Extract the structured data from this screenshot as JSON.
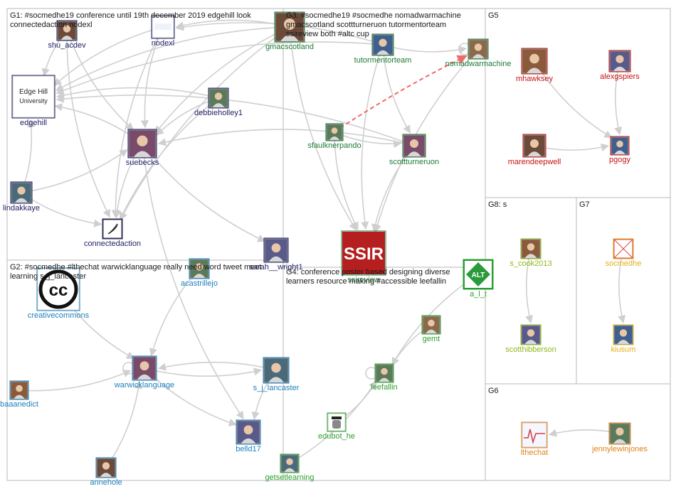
{
  "colors": {
    "g1": "#1f1f66",
    "g2": "#1d7fbd",
    "g3": "#1e7a34",
    "g4": "#2aa12a",
    "g5": "#c41414",
    "g6": "#e0801a",
    "g7": "#e0b01a",
    "g8": "#8fb81a",
    "edge": "#cfcfcf",
    "highlight": "#ef6a6a"
  },
  "groups": [
    {
      "id": "g1",
      "label": "G1: #socmedhe19 conference until 19th december 2019 edgehill look",
      "label2": "connectedaction nodexl"
    },
    {
      "id": "g2",
      "label": "G2: #socmedhe #lthechat warwicklanguage really need word tweet meet",
      "label2": "learning s_j_lancaster"
    },
    {
      "id": "g3",
      "label": "G3: #socmedhe19 #socmedhe nomadwarmachine",
      "label2": "gmacscotland scottturneruon tutormentorteam",
      "label3": "ssireview both #altc cup"
    },
    {
      "id": "g4",
      "label": "G4: conference poster based designing diverse",
      "label2": "learners resource making #accessible leefallin"
    },
    {
      "id": "g5",
      "label": "G5"
    },
    {
      "id": "g6",
      "label": "G6"
    },
    {
      "id": "g7",
      "label": "G7"
    },
    {
      "id": "g8",
      "label": "G8: s"
    }
  ],
  "nodes": [
    {
      "id": "shu_acdev",
      "label": "shu_acdev",
      "group": "g1",
      "icon": "shu-acdev-avatar-icon"
    },
    {
      "id": "nodexl",
      "label": "nodexl",
      "group": "g1",
      "icon": "nodexl-logo-icon"
    },
    {
      "id": "edgehill",
      "label": "edgehill",
      "group": "g1",
      "icon": "edge-hill-university-logo-icon",
      "logo": "Edge Hill University"
    },
    {
      "id": "debbieholley1",
      "label": "debbieholley1",
      "group": "g1",
      "icon": "debbieholley1-avatar-icon"
    },
    {
      "id": "suebecks",
      "label": "suebecks",
      "group": "g1",
      "icon": "suebecks-avatar-icon"
    },
    {
      "id": "lindakkaye",
      "label": "lindakkaye",
      "group": "g1",
      "icon": "lindakkaye-avatar-icon"
    },
    {
      "id": "connectedaction",
      "label": "connectedaction",
      "group": "g1",
      "icon": "quill-logo-icon"
    },
    {
      "id": "sarah",
      "label": "sarah__wright1",
      "group": "g1",
      "icon": "sarah-avatar-icon"
    },
    {
      "id": "gmacscotland",
      "label": "gmacscotland",
      "group": "g3",
      "icon": "gmacscotland-avatar-icon"
    },
    {
      "id": "tutormentorteam",
      "label": "tutormentorteam",
      "group": "g3",
      "icon": "tutormentorteam-avatar-icon"
    },
    {
      "id": "nomadwarmachine",
      "label": "nomadwarmachine",
      "group": "g3",
      "icon": "nomadwarmachine-avatar-icon"
    },
    {
      "id": "sfaulknerpando",
      "label": "sfaulknerpando",
      "group": "g3",
      "icon": "sfaulknerpando-avatar-icon"
    },
    {
      "id": "scottturneruon",
      "label": "scottturneruon",
      "group": "g3",
      "icon": "scottturneruon-avatar-icon"
    },
    {
      "id": "ssireview",
      "label": "ssireview",
      "group": "g3",
      "icon": "ssir-logo-icon",
      "logo": "SSIR"
    },
    {
      "id": "mhawksey",
      "label": "mhawksey",
      "group": "g5",
      "icon": "mhawksey-avatar-icon"
    },
    {
      "id": "alexgspiers",
      "label": "alexgspiers",
      "group": "g5",
      "icon": "alexgspiers-avatar-icon"
    },
    {
      "id": "marendeepwell",
      "label": "marendeepwell",
      "group": "g5",
      "icon": "marendeepwell-avatar-icon"
    },
    {
      "id": "pgogy",
      "label": "pgogy",
      "group": "g5",
      "icon": "pgogy-avatar-icon"
    },
    {
      "id": "creativecommons",
      "label": "creativecommons",
      "group": "g2",
      "icon": "creative-commons-logo-icon",
      "logo": "cc"
    },
    {
      "id": "acastrillejo",
      "label": "acastrillejo",
      "group": "g2",
      "icon": "acastrillejo-avatar-icon"
    },
    {
      "id": "warwicklanguage",
      "label": "warwicklanguage",
      "group": "g2",
      "icon": "warwicklanguage-avatar-icon"
    },
    {
      "id": "s_j_lancaster",
      "label": "s_j_lancaster",
      "group": "g2",
      "icon": "s-j-lancaster-avatar-icon"
    },
    {
      "id": "baaanedict",
      "label": "baaanedict",
      "group": "g2",
      "icon": "baaanedict-avatar-icon"
    },
    {
      "id": "belld17",
      "label": "belld17",
      "group": "g2",
      "icon": "belld17-avatar-icon"
    },
    {
      "id": "annehole",
      "label": "annehole",
      "group": "g2",
      "icon": "annehole-avatar-icon"
    },
    {
      "id": "a_l_t",
      "label": "a_l_t",
      "group": "g4",
      "icon": "alt-logo-icon",
      "logo": "ALT"
    },
    {
      "id": "gemt",
      "label": "gemt",
      "group": "g4",
      "icon": "gemt-avatar-icon"
    },
    {
      "id": "leefallin",
      "label": "leefallin",
      "group": "g4",
      "icon": "leefallin-avatar-icon"
    },
    {
      "id": "edubot_he",
      "label": "edubot_he",
      "group": "g4",
      "icon": "edubot-avatar-icon"
    },
    {
      "id": "getsetlearning",
      "label": "getsetlearning",
      "group": "g4",
      "icon": "getsetlearning-avatar-icon"
    },
    {
      "id": "s_cook2013",
      "label": "s_cook2013",
      "group": "g8",
      "icon": "s-cook2013-avatar-icon"
    },
    {
      "id": "scotthibberson",
      "label": "scotthibberson",
      "group": "g8",
      "icon": "scotthibberson-avatar-icon"
    },
    {
      "id": "socmedhe",
      "label": "socmedhe",
      "group": "g7",
      "icon": "socmedhe-placeholder-icon"
    },
    {
      "id": "kiusum",
      "label": "kiusum",
      "group": "g7",
      "icon": "kiusum-avatar-icon"
    },
    {
      "id": "lthechat",
      "label": "lthechat",
      "group": "g6",
      "icon": "lthechat-logo-icon"
    },
    {
      "id": "jennylewinjones",
      "label": "jennylewinjones",
      "group": "g6",
      "icon": "jennylewinjones-avatar-icon"
    }
  ],
  "edges": [
    [
      "shu_acdev",
      "edgehill"
    ],
    [
      "shu_acdev",
      "suebecks"
    ],
    [
      "shu_acdev",
      "connectedaction"
    ],
    [
      "nodexl",
      "edgehill"
    ],
    [
      "nodexl",
      "connectedaction"
    ],
    [
      "nodexl",
      "suebecks"
    ],
    [
      "debbieholley1",
      "edgehill"
    ],
    [
      "debbieholley1",
      "connectedaction"
    ],
    [
      "debbieholley1",
      "suebecks"
    ],
    [
      "suebecks",
      "edgehill"
    ],
    [
      "suebecks",
      "connectedaction"
    ],
    [
      "suebecks",
      "belld17"
    ],
    [
      "suebecks",
      "sarah"
    ],
    [
      "lindakkaye",
      "edgehill"
    ],
    [
      "lindakkaye",
      "connectedaction"
    ],
    [
      "lindakkaye",
      "suebecks"
    ],
    [
      "gmacscotland",
      "edgehill"
    ],
    [
      "gmacscotland",
      "nodexl"
    ],
    [
      "gmacscotland",
      "suebecks"
    ],
    [
      "gmacscotland",
      "connectedaction"
    ],
    [
      "gmacscotland",
      "ssireview"
    ],
    [
      "tutormentorteam",
      "edgehill"
    ],
    [
      "tutormentorteam",
      "nodexl"
    ],
    [
      "tutormentorteam",
      "ssireview"
    ],
    [
      "tutormentorteam",
      "scottturneruon"
    ],
    [
      "tutormentorteam",
      "nomadwarmachine"
    ],
    [
      "scottturneruon",
      "suebecks"
    ],
    [
      "scottturneruon",
      "ssireview"
    ],
    [
      "scottturneruon",
      "edgehill"
    ],
    [
      "sfaulknerpando",
      "ssireview"
    ],
    [
      "sfaulknerpando",
      "scottturneruon"
    ],
    [
      "nomadwarmachine",
      "ssireview"
    ],
    [
      "mhawksey",
      "pgogy"
    ],
    [
      "alexgspiers",
      "pgogy"
    ],
    [
      "marendeepwell",
      "pgogy"
    ],
    [
      "creativecommons",
      "warwicklanguage"
    ],
    [
      "acastrillejo",
      "warwicklanguage"
    ],
    [
      "baaanedict",
      "warwicklanguage"
    ],
    [
      "annehole",
      "warwicklanguage"
    ],
    [
      "warwicklanguage",
      "s_j_lancaster"
    ],
    [
      "s_j_lancaster",
      "warwicklanguage"
    ],
    [
      "s_j_lancaster",
      "belld17"
    ],
    [
      "warwicklanguage",
      "belld17"
    ],
    [
      "a_l_t",
      "leefallin"
    ],
    [
      "gemt",
      "leefallin"
    ],
    [
      "edubot_he",
      "leefallin"
    ],
    [
      "getsetlearning",
      "leefallin"
    ],
    [
      "s_cook2013",
      "scotthibberson"
    ],
    [
      "socmedhe",
      "kiusum"
    ],
    [
      "jennylewinjones",
      "lthechat"
    ]
  ],
  "highlight_edge": [
    "sfaulknerpando",
    "nomadwarmachine"
  ],
  "self_loops": [
    "nomadwarmachine",
    "warwicklanguage",
    "leefallin"
  ]
}
